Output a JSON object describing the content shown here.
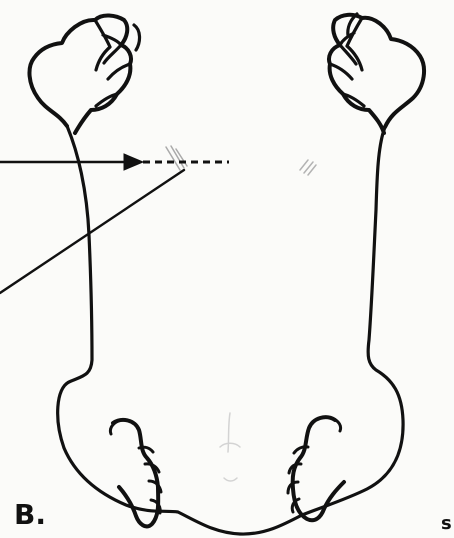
{
  "figure": {
    "panel_label": "B.",
    "edge_label": "s"
  },
  "colors": {
    "ink": "#111111",
    "background": "#fbfbf9"
  },
  "icons": {
    "arrowhead": "right-pointing-arrowhead"
  }
}
